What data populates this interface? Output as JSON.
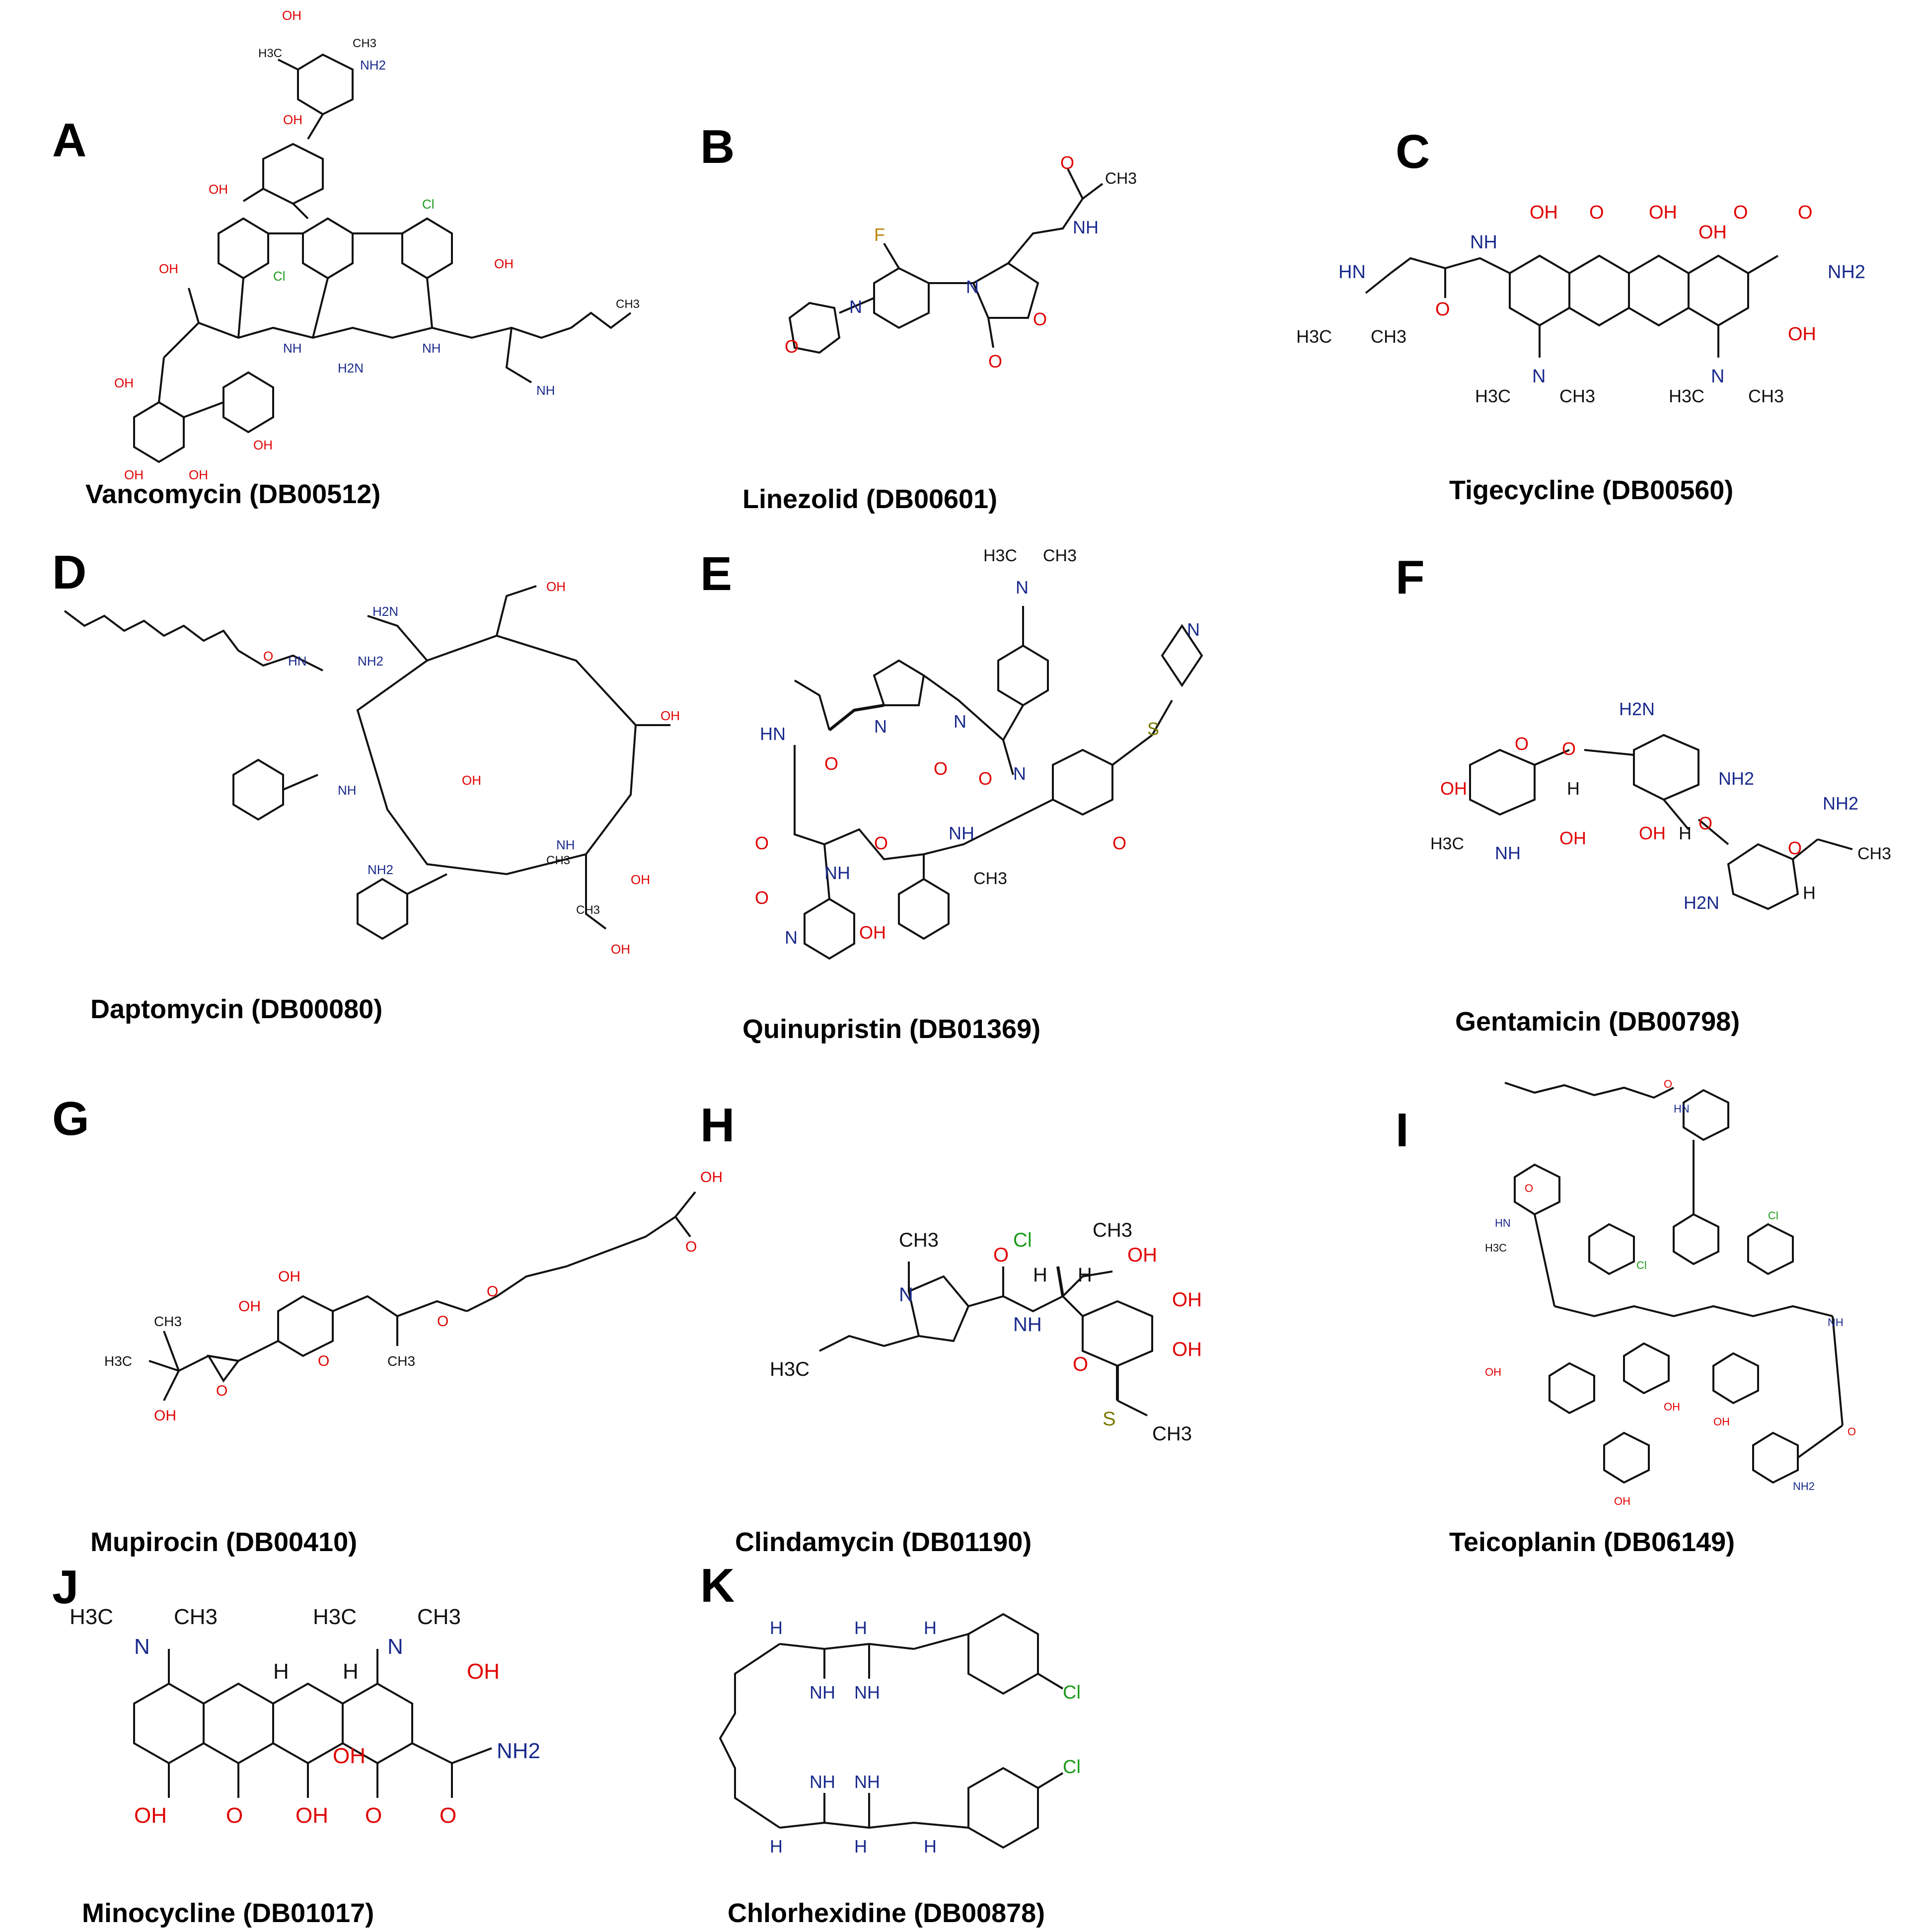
{
  "panels": [
    {
      "letter": "A",
      "caption": "Vancomycin (DB00512)"
    },
    {
      "letter": "B",
      "caption": "Linezolid (DB00601)"
    },
    {
      "letter": "C",
      "caption": "Tigecycline (DB00560)"
    },
    {
      "letter": "D",
      "caption": "Daptomycin (DB00080)"
    },
    {
      "letter": "E",
      "caption": "Quinupristin (DB01369)"
    },
    {
      "letter": "F",
      "caption": "Gentamicin (DB00798)"
    },
    {
      "letter": "G",
      "caption": "Mupirocin (DB00410)"
    },
    {
      "letter": "H",
      "caption": "Clindamycin (DB01190)"
    },
    {
      "letter": "I",
      "caption": "Teicoplanin (DB06149)"
    },
    {
      "letter": "J",
      "caption": "Minocycline (DB01017)"
    },
    {
      "letter": "K",
      "caption": "Chlorhexidine (DB00878)"
    }
  ],
  "atom_labels": {
    "oh": "OH",
    "o": "O",
    "n": "N",
    "nh": "NH",
    "hn": "HN",
    "nh2": "NH2",
    "h2n": "H2N",
    "ch3": "CH3",
    "h3c": "H3C",
    "cl": "Cl",
    "f": "F",
    "s": "S",
    "h": "H"
  },
  "colors": {
    "oxygen": "#e00000",
    "nitrogen": "#1a2a8c",
    "chlorine": "#1a9a1a",
    "fluorine": "#b8860b",
    "sulfur": "#7a7a00",
    "bond": "#111111"
  }
}
